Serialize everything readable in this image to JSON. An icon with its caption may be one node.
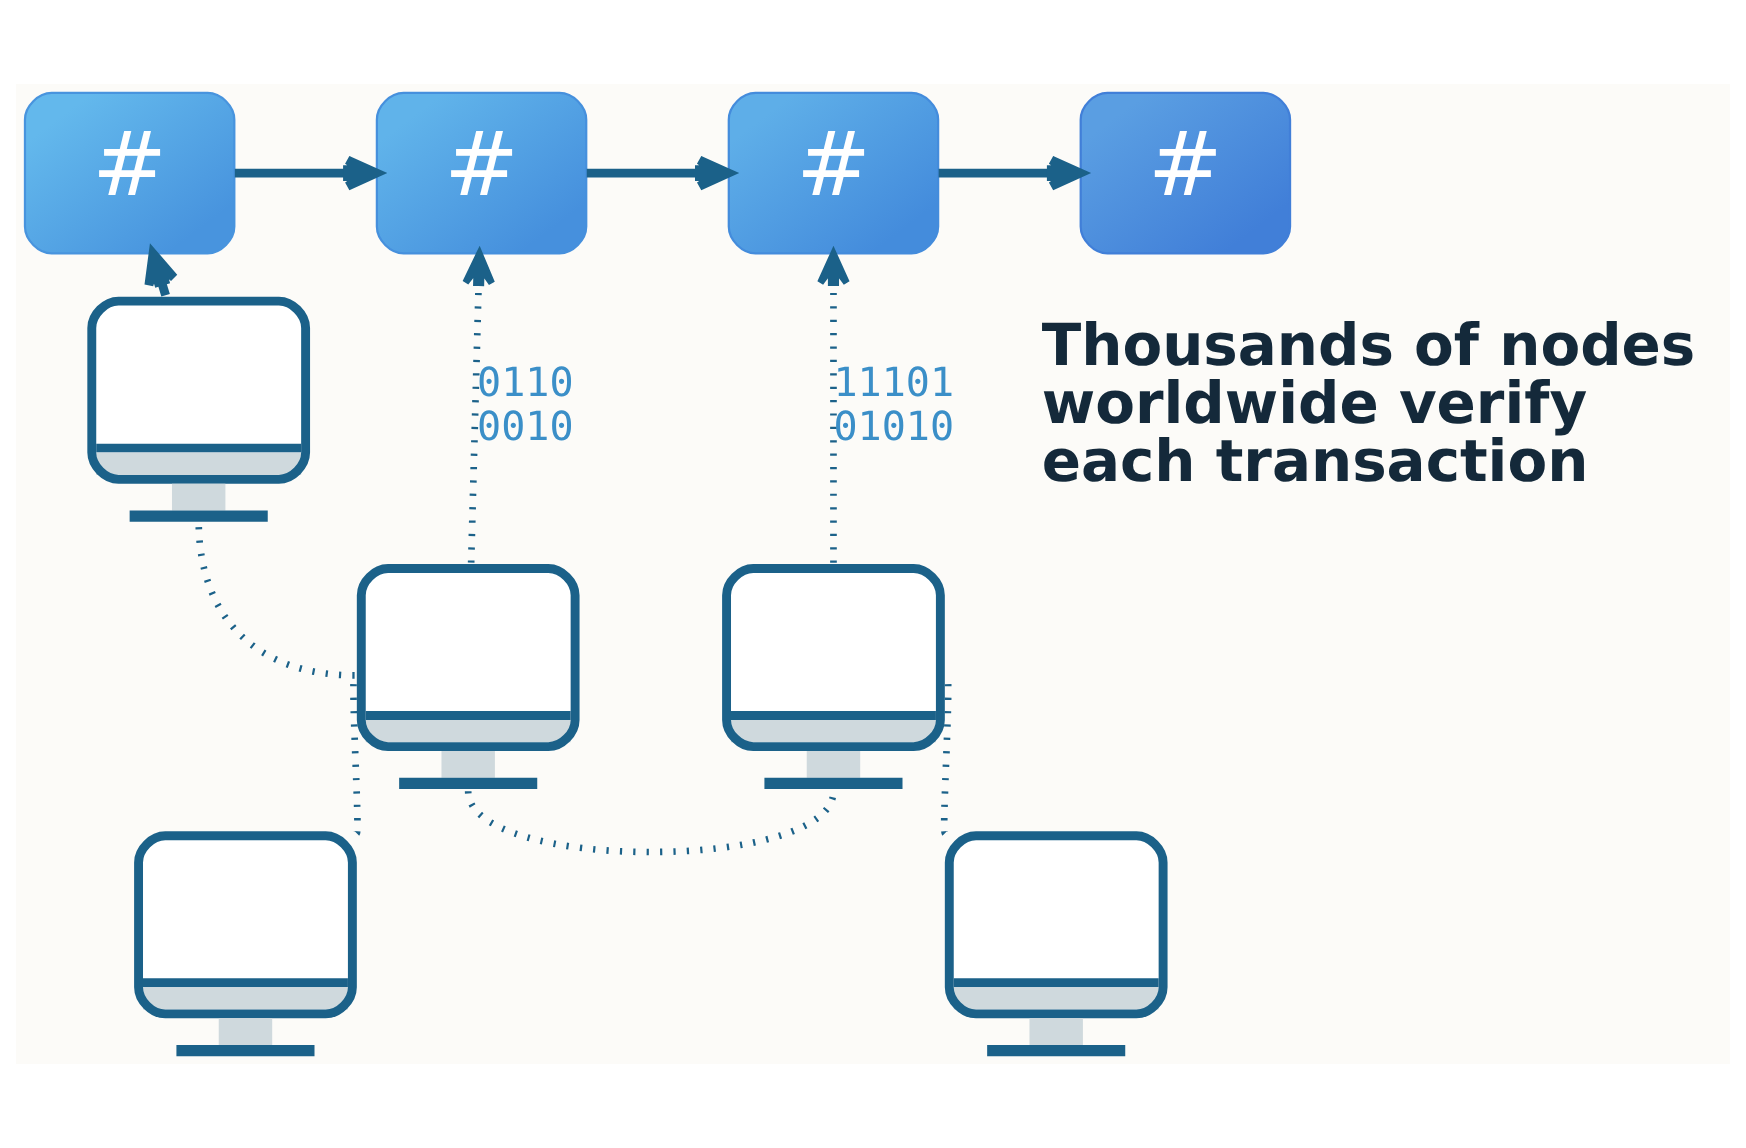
{
  "diagram": {
    "nodes": [
      {
        "text": [
          "#"
        ]
      },
      {
        "text": [
          "#"
        ]
      },
      {
        "text": [
          "#"
        ]
      },
      {
        "text": [
          "#"
        ]
      },
      {
        "text": [],
        "shape": "monitor"
      },
      {
        "text": [],
        "shape": "monitor"
      },
      {
        "text": [],
        "shape": "monitor"
      },
      {
        "text": [],
        "shape": "monitor"
      },
      {
        "text": [],
        "shape": "monitor"
      }
    ],
    "edges": [
      {
        "from": 0,
        "to": 1,
        "arrow": "to"
      },
      {
        "from": 1,
        "to": 2,
        "arrow": "to"
      },
      {
        "from": 2,
        "to": 3,
        "arrow": "to"
      },
      {
        "from": 4,
        "to": 0,
        "arrow": "to"
      },
      {
        "from": 5,
        "to": 1,
        "arrow": "to",
        "style": "dashed",
        "label": "0110 0010"
      },
      {
        "from": 6,
        "to": 2,
        "arrow": "to",
        "style": "dashed",
        "label": "11101 01010"
      },
      {
        "from": 5,
        "to": 4,
        "arrow": "none",
        "style": "dashed"
      },
      {
        "from": 5,
        "to": 6,
        "arrow": "none",
        "style": "dashed"
      },
      {
        "from": 7,
        "to": 5,
        "arrow": "none",
        "style": "dashed"
      },
      {
        "from": 8,
        "to": 6,
        "arrow": "none",
        "style": "dashed"
      }
    ],
    "labels": [
      "Thousands of nodes worldwide verify each transaction"
    ]
  }
}
